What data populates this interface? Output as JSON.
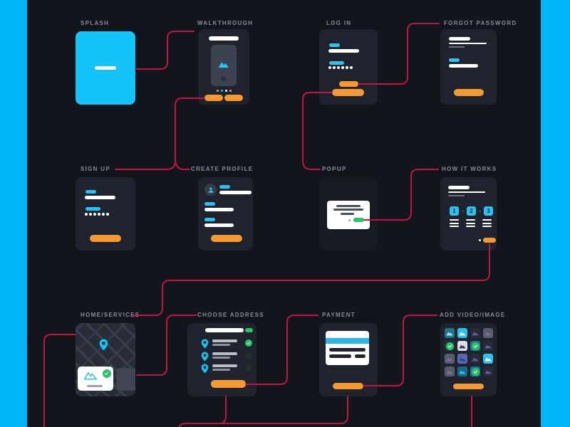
{
  "palette": {
    "background": "#12151c",
    "card": "#1f232d",
    "side_border_cyan": "#00b6fa",
    "accent_cyan": "#29c2f1",
    "accent_orange": "#f59a33",
    "accent_green": "#27c468",
    "connector_red": "#bf1446",
    "label_gray": "#878c96"
  },
  "screens": [
    {
      "label": "SPLASH"
    },
    {
      "label": "WALKTHROUGH"
    },
    {
      "label": "LOG IN"
    },
    {
      "label": "FORGOT PASSWORD"
    },
    {
      "label": "SIGN UP"
    },
    {
      "label": "CREATE PROFILE"
    },
    {
      "label": "POPUP"
    },
    {
      "label": "HOW IT WORKS"
    },
    {
      "label": "HOME/SERVICES"
    },
    {
      "label": "CHOOSE ADDRESS"
    },
    {
      "label": "PAYMENT"
    },
    {
      "label": "ADD VIDEO/IMAGE"
    }
  ],
  "how_it_works": {
    "steps": [
      "1",
      "2",
      "3"
    ],
    "separator": "›"
  }
}
